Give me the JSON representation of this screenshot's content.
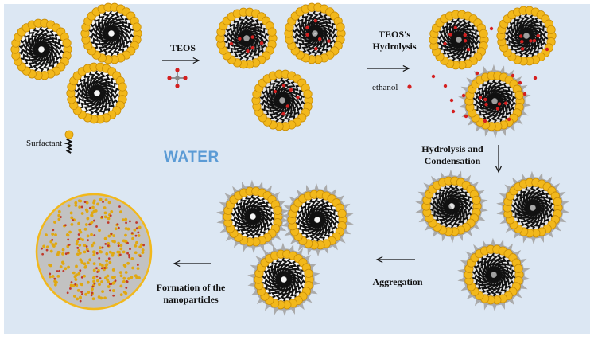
{
  "labels": {
    "teos": "TEOS",
    "teos_hydrolysis_1": "TEOS's",
    "teos_hydrolysis_2": "Hydrolysis",
    "ethanol": "ethanol -",
    "surfactant": "Surfactant -",
    "water": "WATER",
    "hydrolysis_condensation_1": "Hydrolysis and",
    "hydrolysis_condensation_2": "Condensation",
    "aggregation": "Aggregation",
    "formation_1": "Formation of the",
    "formation_2": "nanoparticles"
  },
  "colors": {
    "background": "#dce7f3",
    "bead": "#f2b81b",
    "bead_stroke": "#c98d06",
    "tail": "#111111",
    "silica": "#9e9e9e",
    "spike": "#aaaaaa",
    "ethanol": "#d42020",
    "water_text": "#5b9bd5",
    "nanoparticle_fill": "#c2c2c2"
  },
  "stages": [
    {
      "name": "micelles",
      "micelle_count": 3,
      "silica": false,
      "ethanol": false,
      "spikes": false
    },
    {
      "name": "teos-added",
      "micelle_count": 3,
      "silica": true,
      "ethanol": true,
      "spikes": false
    },
    {
      "name": "teos-hydrolysis",
      "micelle_count": 3,
      "silica": true,
      "ethanol": true,
      "spikes": true
    },
    {
      "name": "hydrolysis-condensation",
      "micelle_count": 3,
      "silica": true,
      "ethanol": false,
      "spikes": true
    },
    {
      "name": "aggregation",
      "micelle_count": 3,
      "silica": false,
      "ethanol": false,
      "spikes": true
    },
    {
      "name": "nanoparticle",
      "micelle_count": 0
    }
  ],
  "arrows": [
    "right",
    "right",
    "down",
    "left",
    "left"
  ]
}
